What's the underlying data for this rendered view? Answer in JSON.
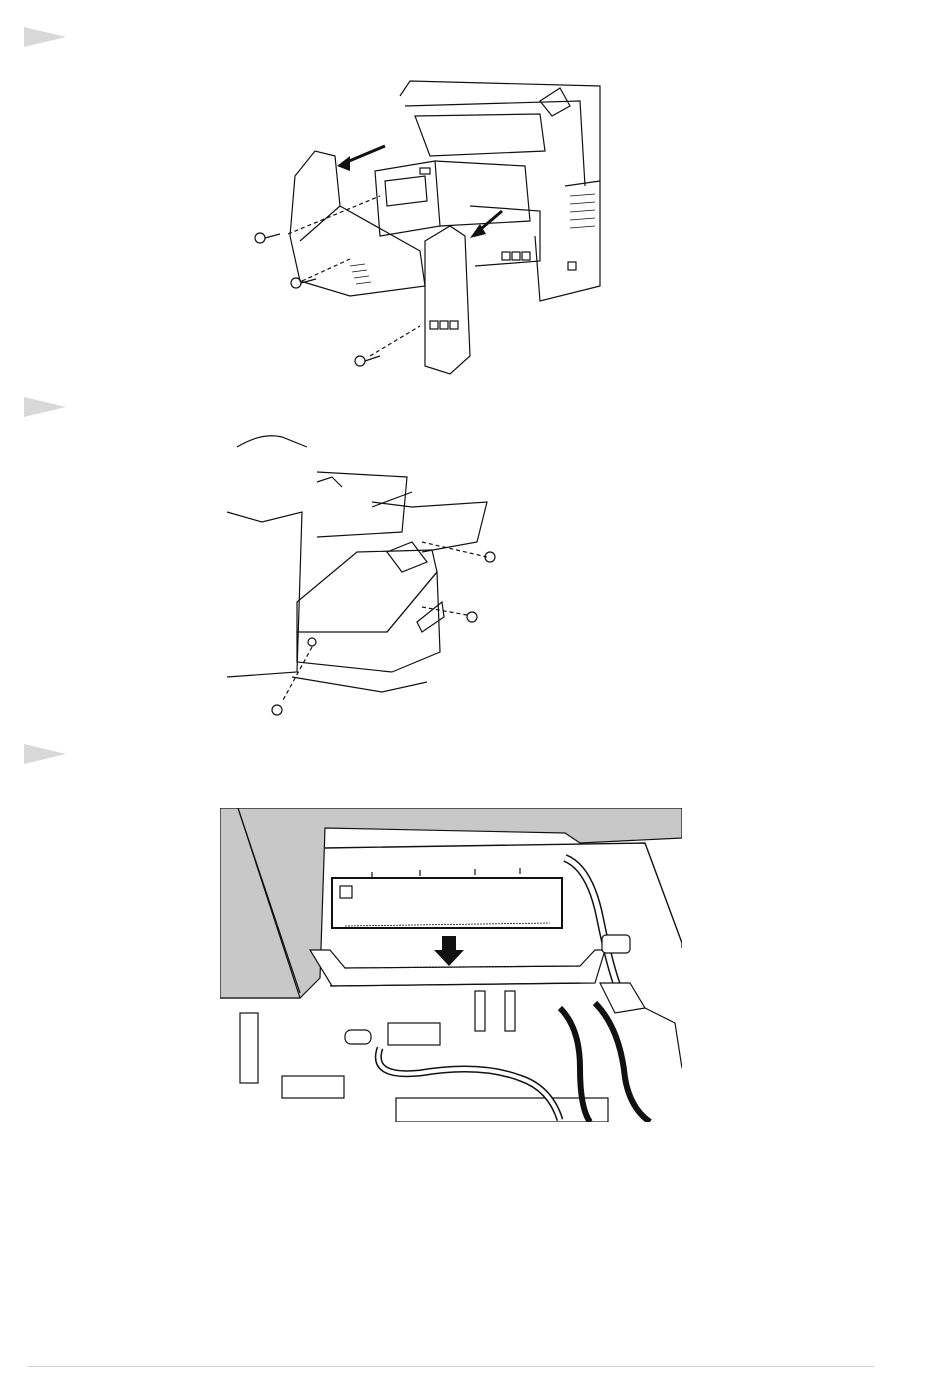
{
  "colors": {
    "marker": "#d8d8d8",
    "line": "#111111",
    "panel": "#c8c8c8",
    "rule": "#d0d0d0"
  },
  "steps": [
    {
      "illustration": "remove-back-covers-and-interface-board"
    },
    {
      "illustration": "slide-out-main-board-remove-screws"
    },
    {
      "illustration": "insert-memory-module-into-slot"
    }
  ]
}
